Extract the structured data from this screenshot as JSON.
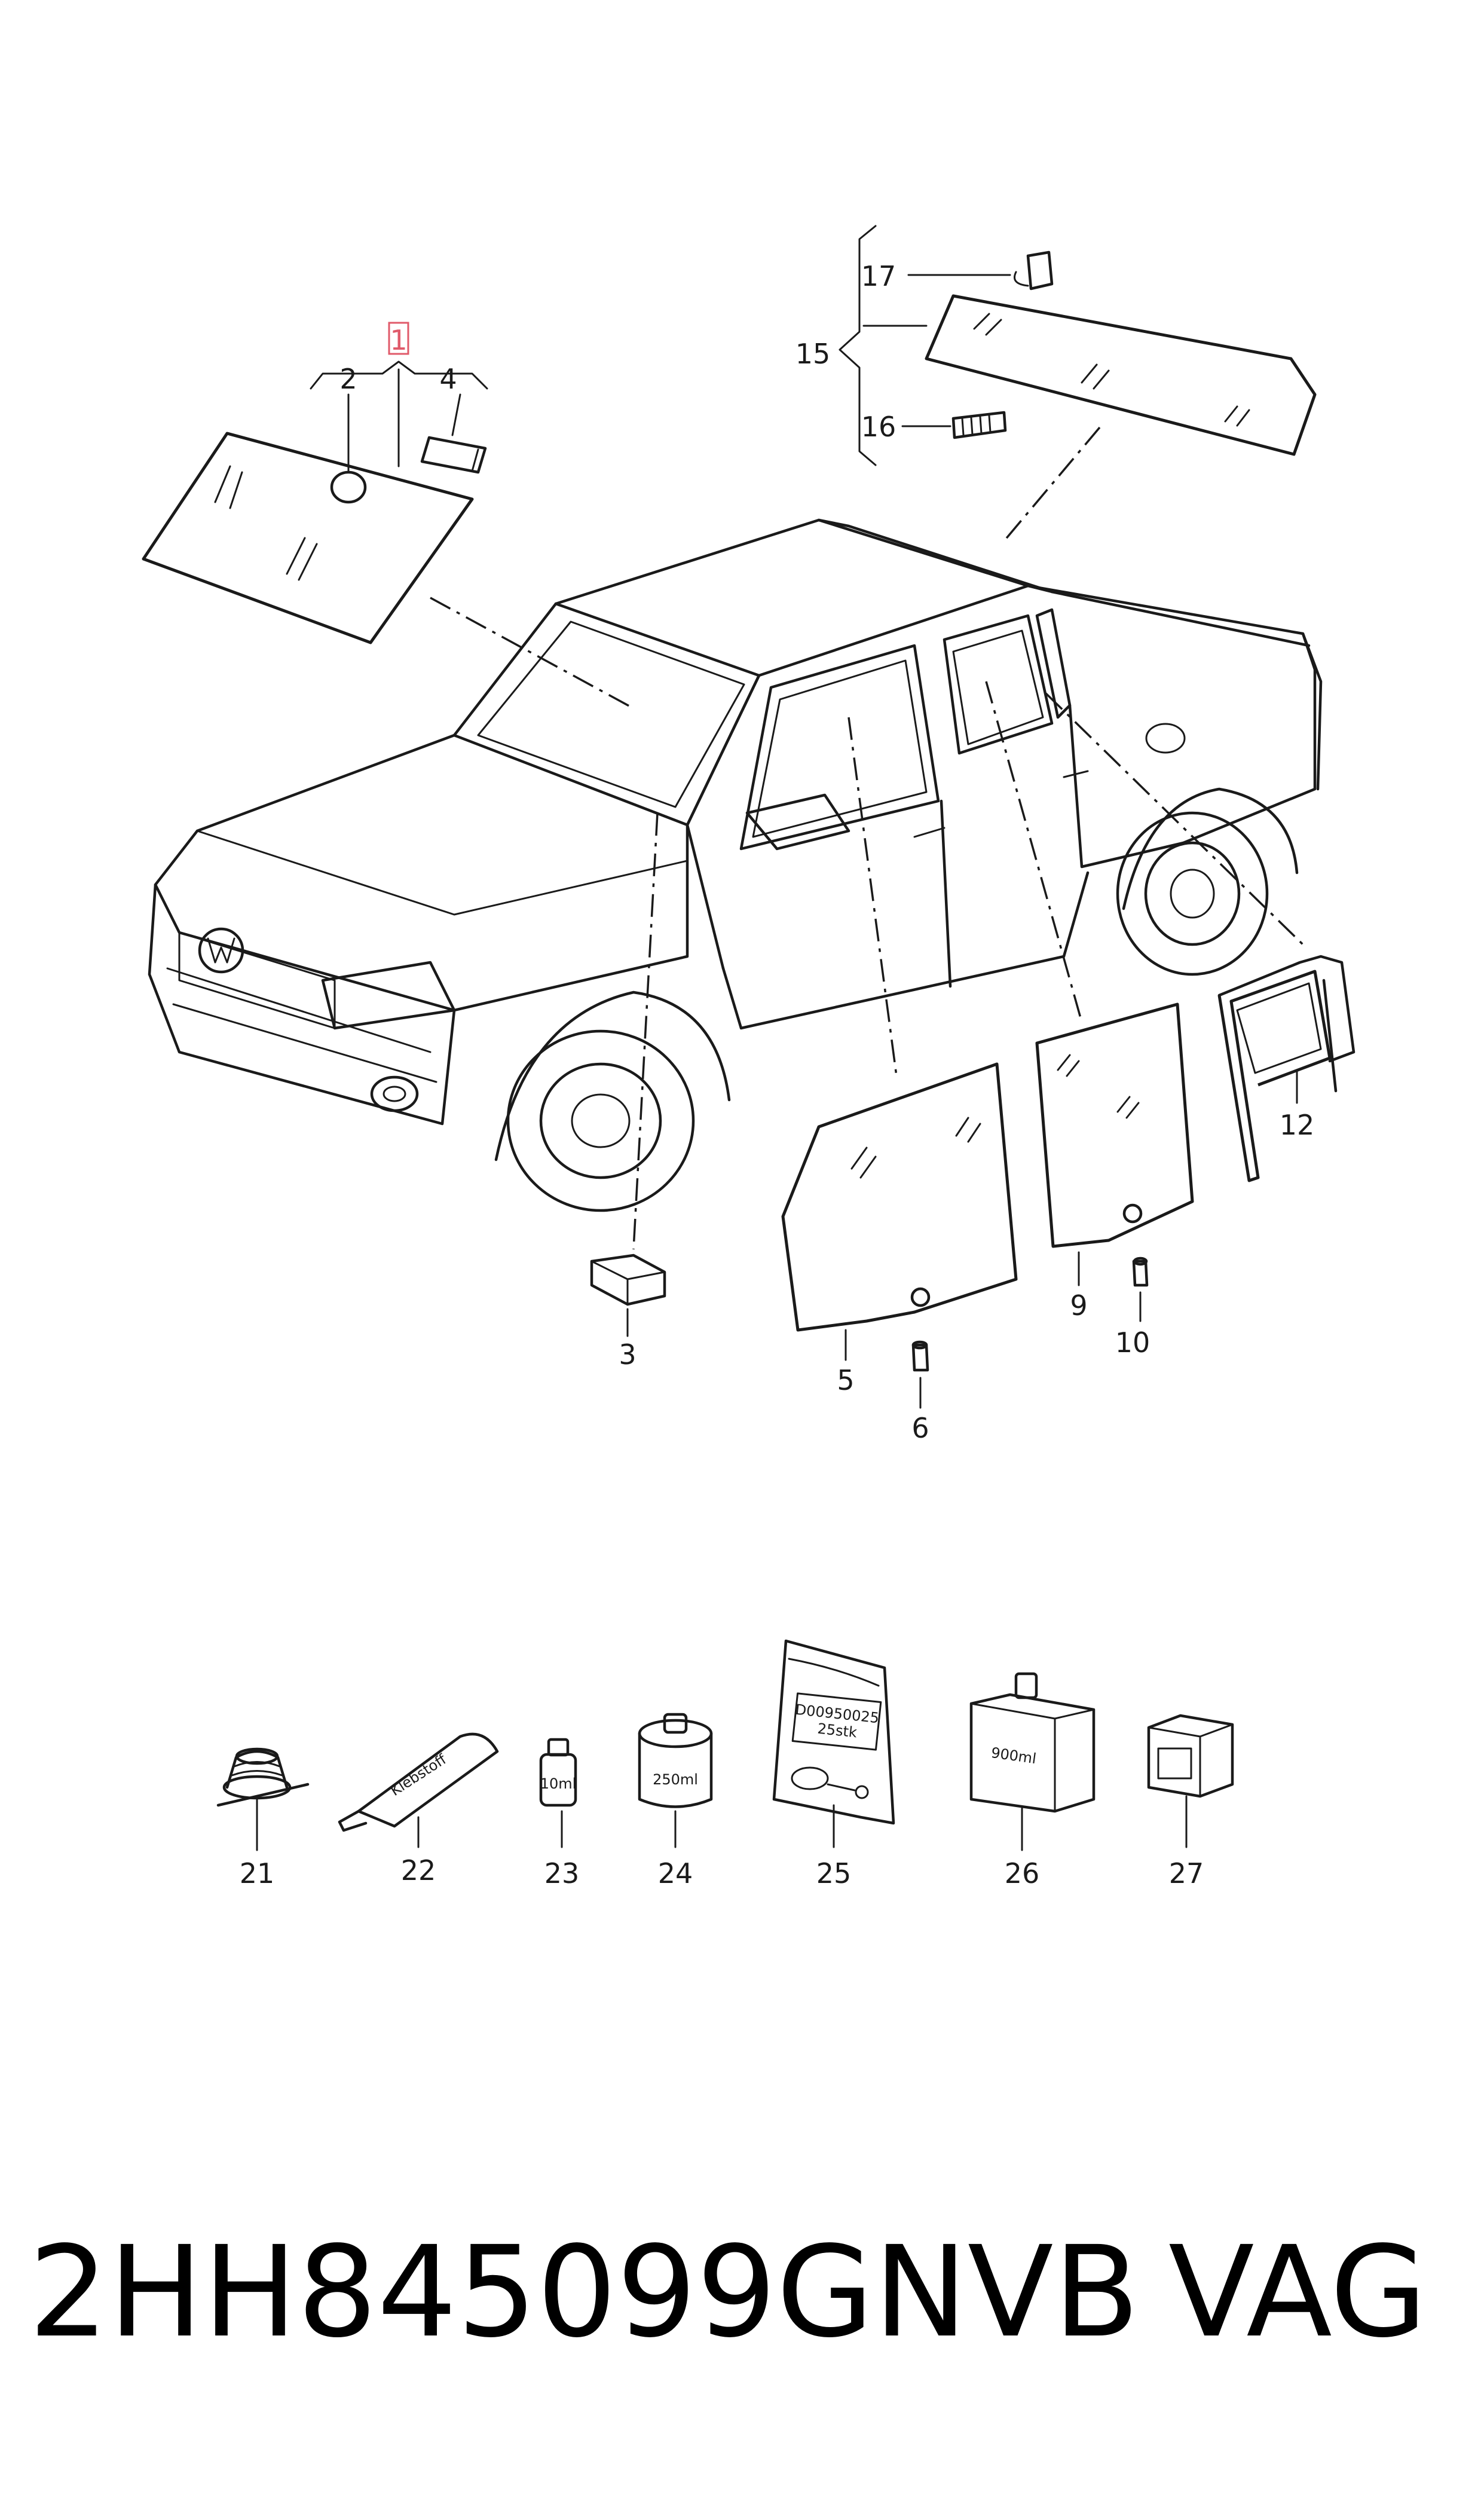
{
  "callouts": {
    "c1": "1",
    "c2": "2",
    "c3": "3",
    "c4": "4",
    "c5": "5",
    "c6": "6",
    "c9": "9",
    "c10": "10",
    "c12": "12",
    "c15": "15",
    "c16": "16",
    "c17": "17",
    "c21": "21",
    "c22": "22",
    "c23": "23",
    "c24": "24",
    "c25": "25",
    "c26": "26",
    "c27": "27"
  },
  "selected_callout": "1",
  "highlight_color": "#e05a6a",
  "accessory_labels": {
    "tube": "Klebstoff",
    "bottle_small": "10ml",
    "can": "250ml",
    "bag_line1": "D00950025",
    "bag_line2": "25stk",
    "box": "900ml"
  },
  "footer": {
    "part_number": "2HH845099GNVB",
    "brand": "VAG"
  }
}
